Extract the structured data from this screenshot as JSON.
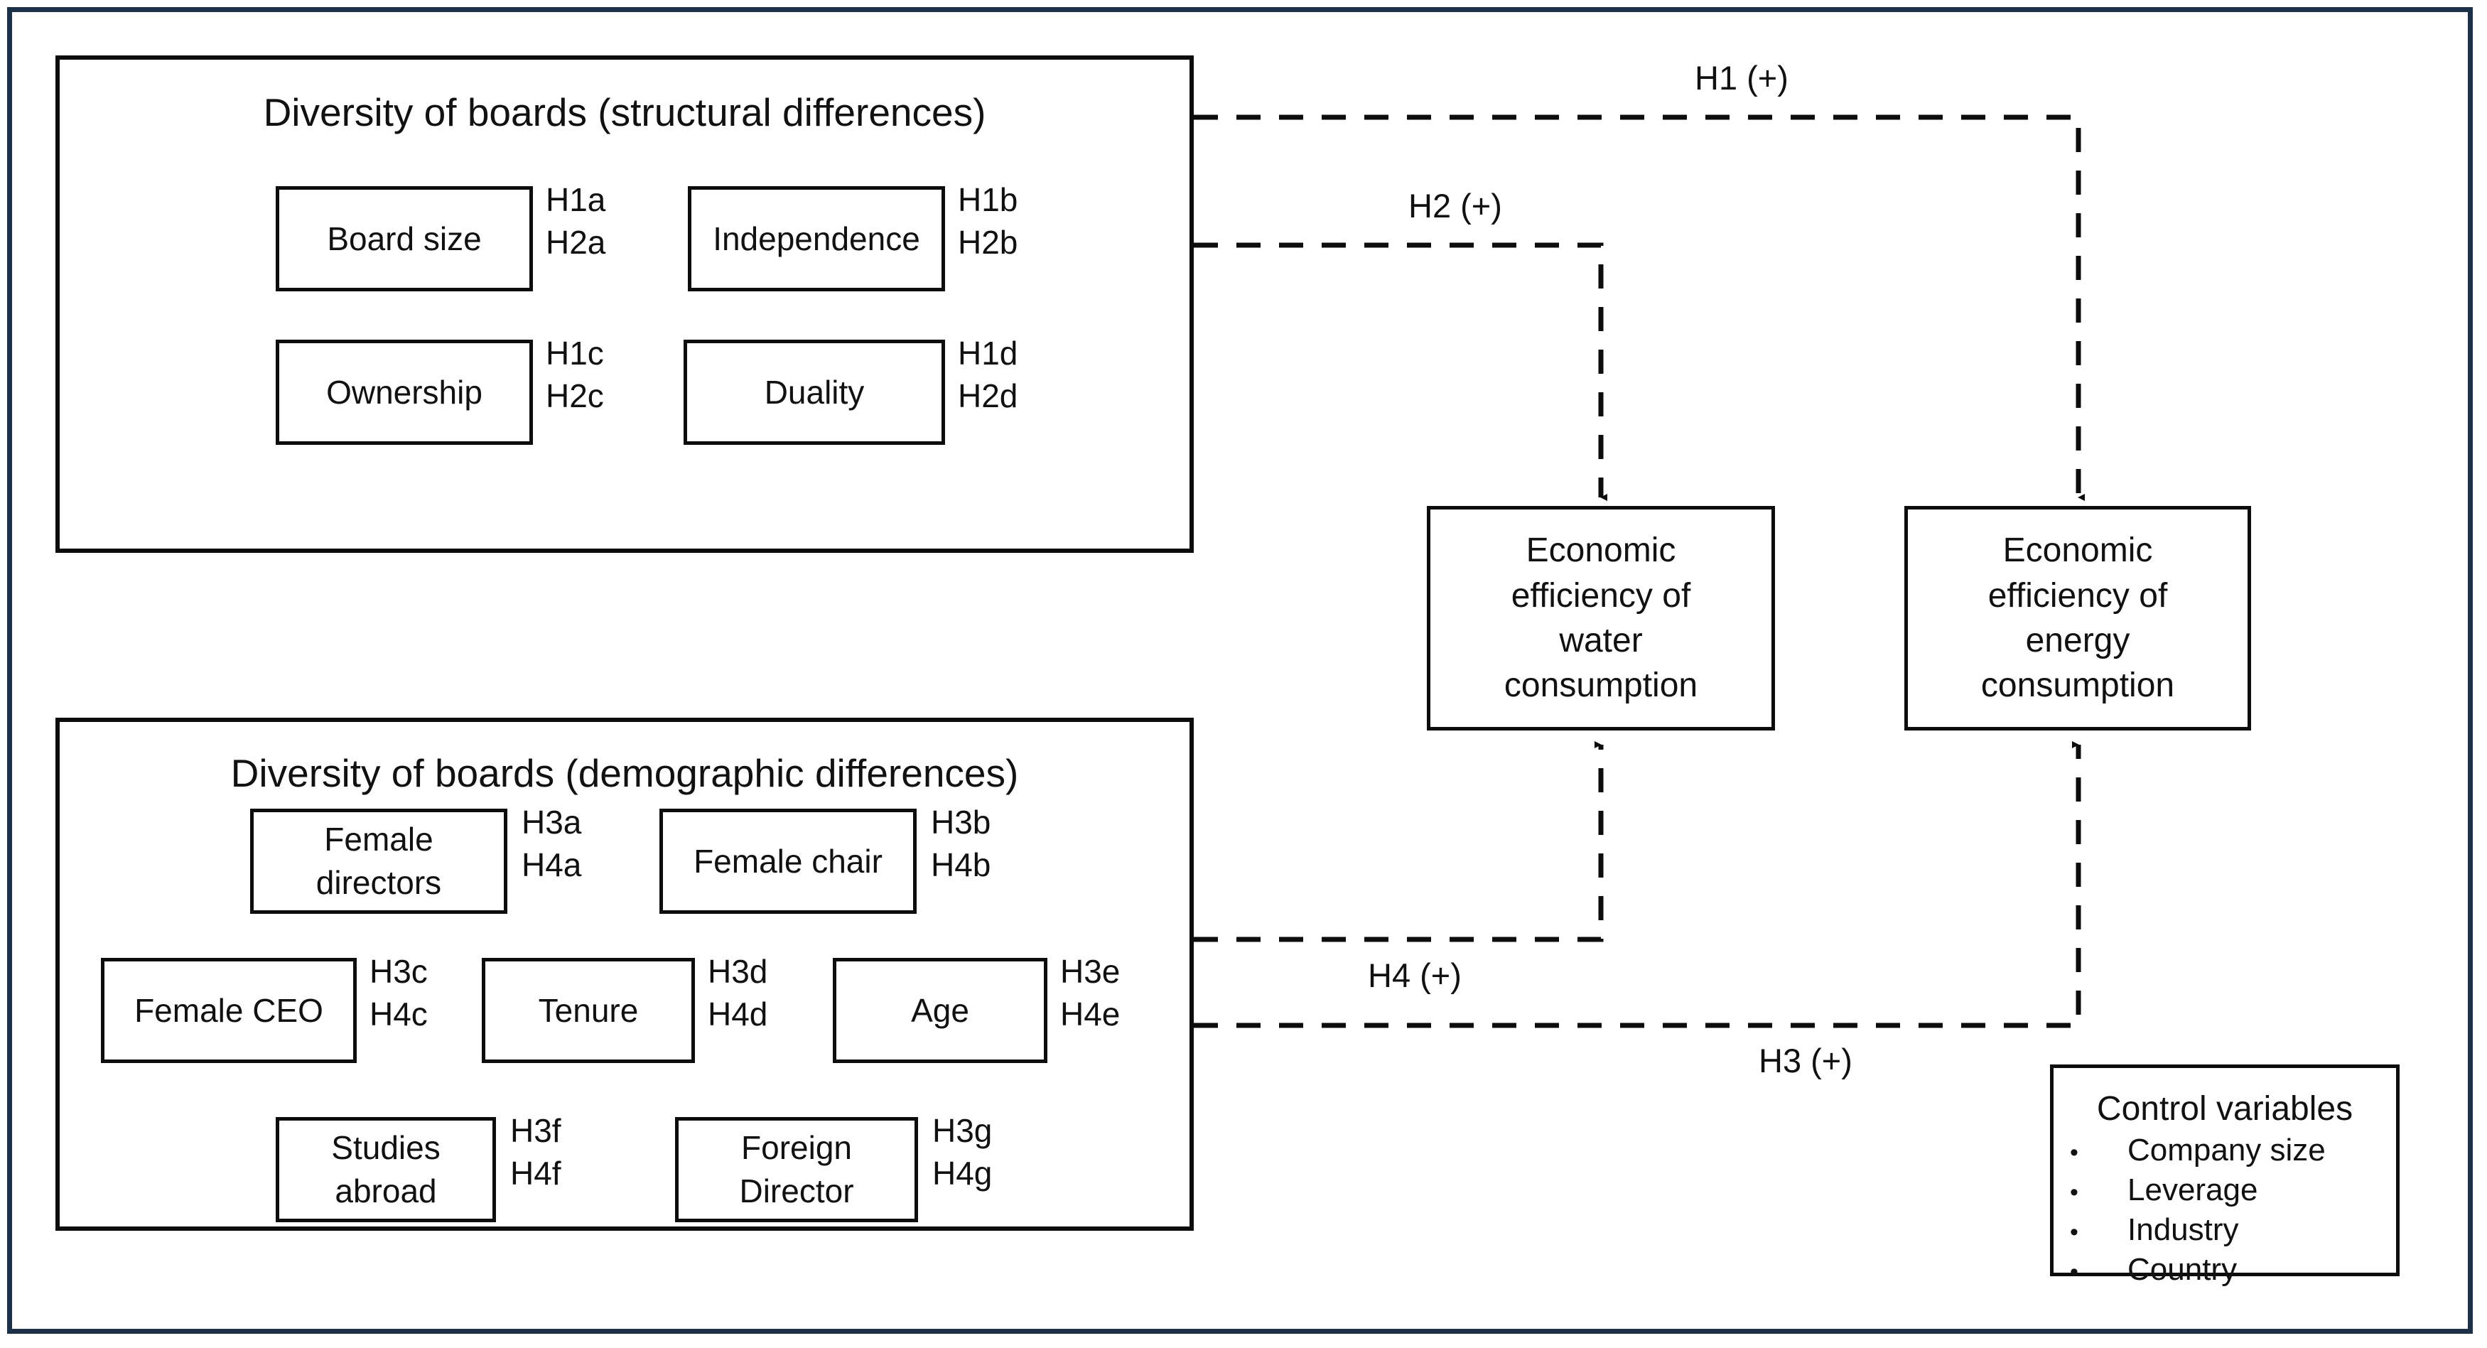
{
  "figure": {
    "frame_color": "#1c3047",
    "line_color": "#0d0d0d"
  },
  "panels": [
    {
      "id": "structural",
      "title": "Diversity of boards (structural differences)",
      "items": [
        {
          "label": "Board size",
          "hyp_top": "H1a",
          "hyp_bottom": "H2a"
        },
        {
          "label": "Independence",
          "hyp_top": "H1b",
          "hyp_bottom": "H2b"
        },
        {
          "label": "Ownership",
          "hyp_top": "H1c",
          "hyp_bottom": "H2c"
        },
        {
          "label": "Duality",
          "hyp_top": "H1d",
          "hyp_bottom": "H2d"
        }
      ]
    },
    {
      "id": "demographic",
      "title": "Diversity of boards (demographic differences)",
      "items": [
        {
          "label": "Female\ndirectors",
          "hyp_top": "H3a",
          "hyp_bottom": "H4a"
        },
        {
          "label": "Female chair",
          "hyp_top": "H3b",
          "hyp_bottom": "H4b"
        },
        {
          "label": "Female CEO",
          "hyp_top": "H3c",
          "hyp_bottom": "H4c"
        },
        {
          "label": "Tenure",
          "hyp_top": "H3d",
          "hyp_bottom": "H4d"
        },
        {
          "label": "Age",
          "hyp_top": "H3e",
          "hyp_bottom": "H4e"
        },
        {
          "label": "Studies\nabroad",
          "hyp_top": "H3f",
          "hyp_bottom": "H4f"
        },
        {
          "label": "Foreign\nDirector",
          "hyp_top": "H3g",
          "hyp_bottom": "H4g"
        }
      ]
    }
  ],
  "outcomes": [
    {
      "id": "water",
      "label": "Economic\nefficiency of\nwater\nconsumption"
    },
    {
      "id": "energy",
      "label": "Economic\nefficiency of\nenergy\nconsumption"
    }
  ],
  "edges": [
    {
      "id": "h1",
      "label": "H1 (+)",
      "from": "structural",
      "to": "energy"
    },
    {
      "id": "h2",
      "label": "H2 (+)",
      "from": "structural",
      "to": "water"
    },
    {
      "id": "h4",
      "label": "H4 (+)",
      "from": "demographic",
      "to": "water"
    },
    {
      "id": "h3",
      "label": "H3 (+)",
      "from": "demographic",
      "to": "energy"
    }
  ],
  "control_variables": {
    "title": "Control variables",
    "bullet": "•",
    "items": [
      "Company size",
      "Leverage",
      "Industry",
      "Country"
    ]
  }
}
